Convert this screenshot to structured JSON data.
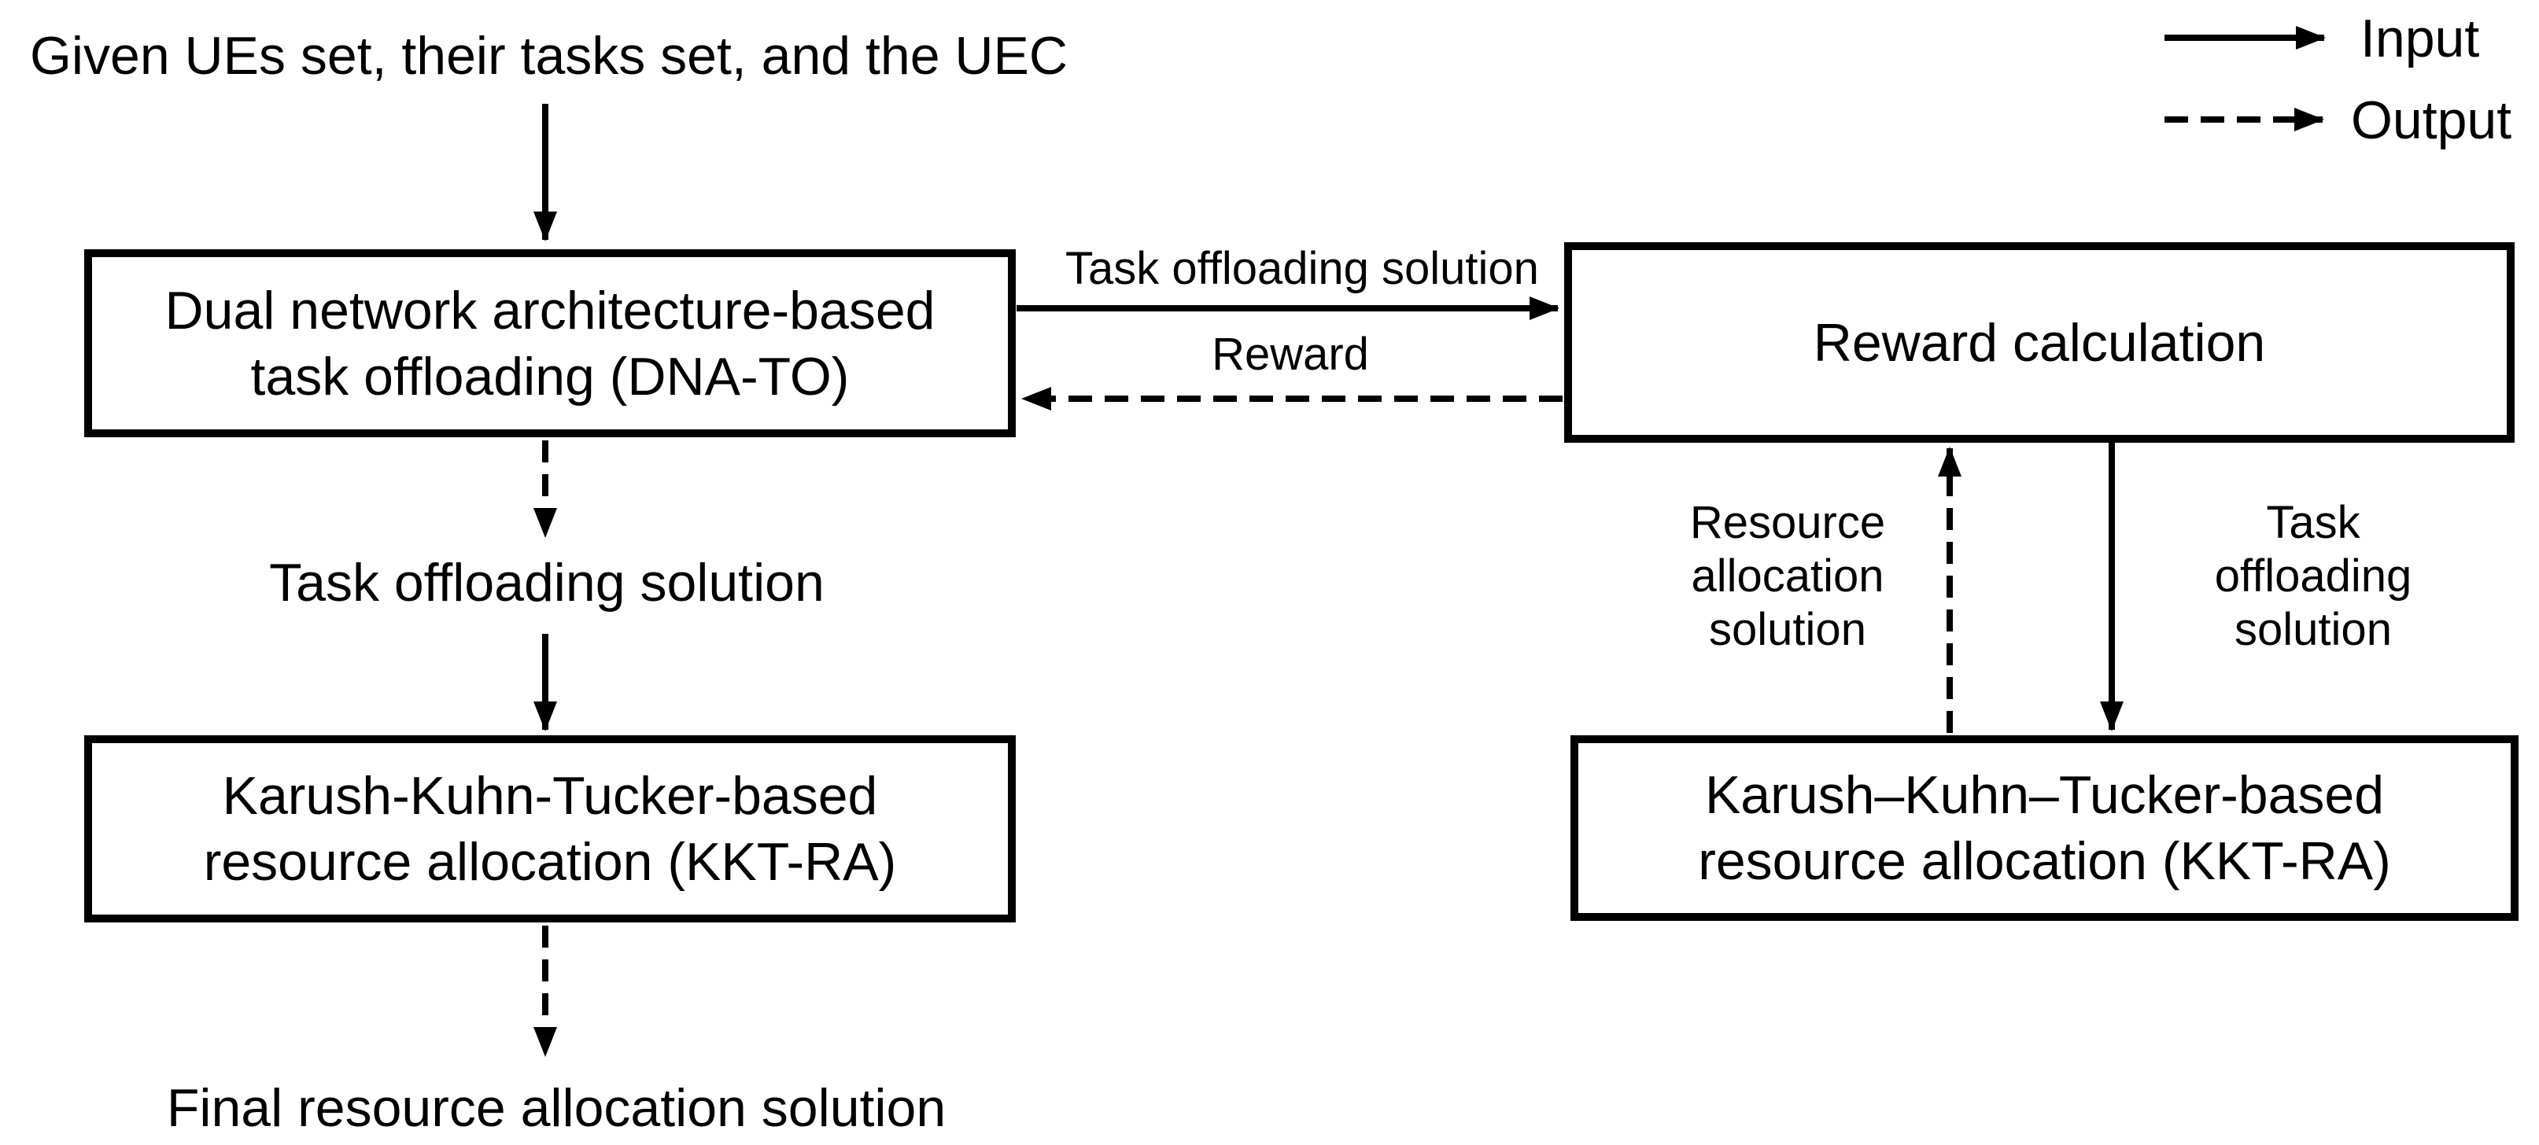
{
  "title": "Given UEs set, their tasks set, and the UEC",
  "boxes": {
    "dna_to": {
      "line1": "Dual network architecture-based",
      "line2": "task offloading (DNA-TO)"
    },
    "reward_calc": {
      "label": "Reward calculation"
    },
    "kkt_ra_left": {
      "line1": "Karush-Kuhn-Tucker-based",
      "line2": "resource allocation (KKT-RA)"
    },
    "kkt_ra_right": {
      "line1": "Karush–Kuhn–Tucker-based",
      "line2": "resource allocation (KKT-RA)"
    }
  },
  "edge_labels": {
    "dna_to_reward": "Task offloading solution",
    "reward_to_dna": "Reward",
    "dna_output": "Task offloading solution",
    "final_output": "Final resource allocation solution",
    "resource_allocation": [
      "Resource",
      "allocation",
      "solution"
    ],
    "task_offloading": [
      "Task",
      "offloading",
      "solution"
    ]
  },
  "legend": {
    "input_label": "Input",
    "output_label": "Output"
  },
  "colors": {
    "line": "#000000",
    "background": "#ffffff",
    "text": "#000000"
  }
}
